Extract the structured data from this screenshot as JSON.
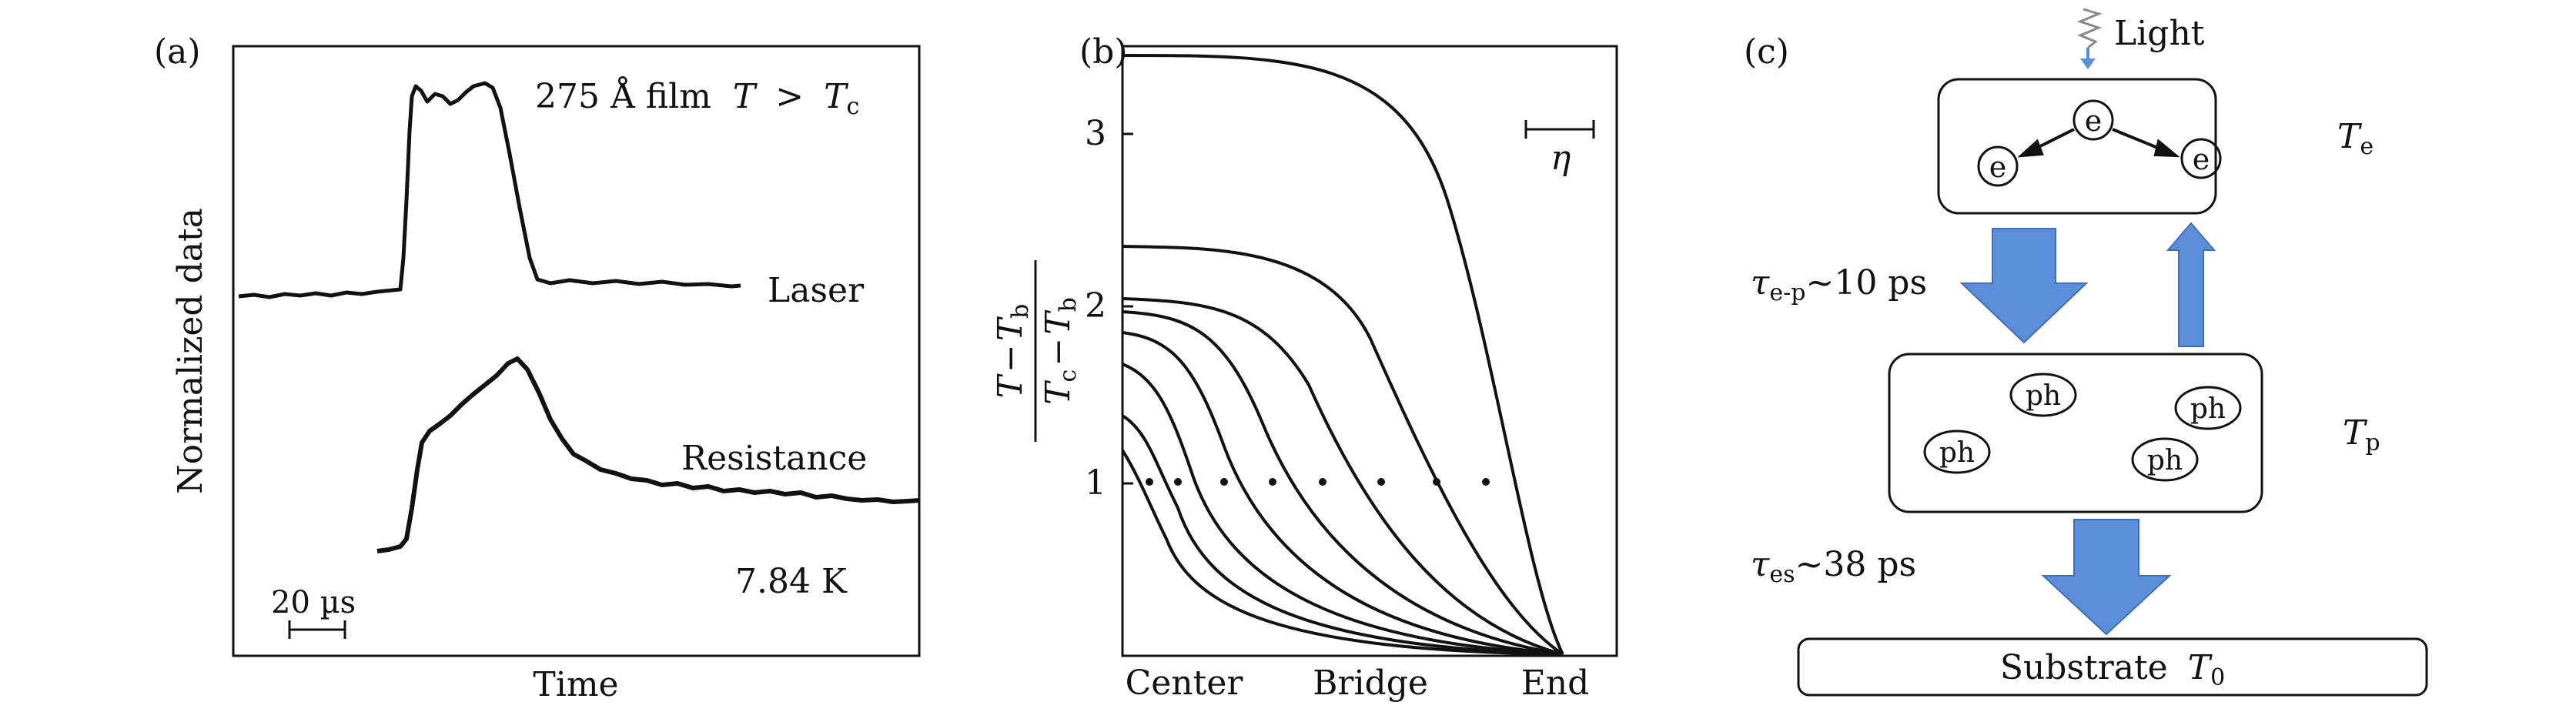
{
  "panel_a": {
    "label": "(a)",
    "annotation_prefix": "275 Å film",
    "annotation_T": "T",
    "annotation_gt": ">",
    "annotation_Tc": "T",
    "annotation_Tc_sub": "c",
    "laser_label": "Laser",
    "resistance_label": "Resistance",
    "temperature_label": "7.84 K",
    "scale_label": "20 µs",
    "ylabel": "Normalized data",
    "xlabel": "Time"
  },
  "panel_b": {
    "label": "(b)",
    "yticks": [
      "1",
      "2",
      "3"
    ],
    "xlabels": [
      "Center",
      "Bridge",
      "End"
    ],
    "eta_symbol": "η",
    "ylabel_num_T": "T",
    "ylabel_num_minus": "−",
    "ylabel_num_Tb": "T",
    "ylabel_num_sub": "b",
    "ylabel_den_Tc": "T",
    "ylabel_den_sub_c": "c",
    "ylabel_den_minus": "−",
    "ylabel_den_Tb": "T",
    "ylabel_den_sub_b": "b"
  },
  "panel_c": {
    "label": "(c)",
    "light_label": "Light",
    "electron_symbol": "e",
    "phonon_symbol": "ph",
    "Te_T": "T",
    "Te_sub": "e",
    "Tp_T": "T",
    "Tp_sub": "p",
    "tau_ep_tau": "τ",
    "tau_ep_sub": "e-p",
    "tau_ep_value": "~10 ps",
    "tau_es_tau": "τ",
    "tau_es_sub": "es",
    "tau_es_value": "~38 ps",
    "substrate_text": "Substrate",
    "substrate_T": "T",
    "substrate_sub": "0",
    "arrow_color": "#5b8dd9"
  }
}
